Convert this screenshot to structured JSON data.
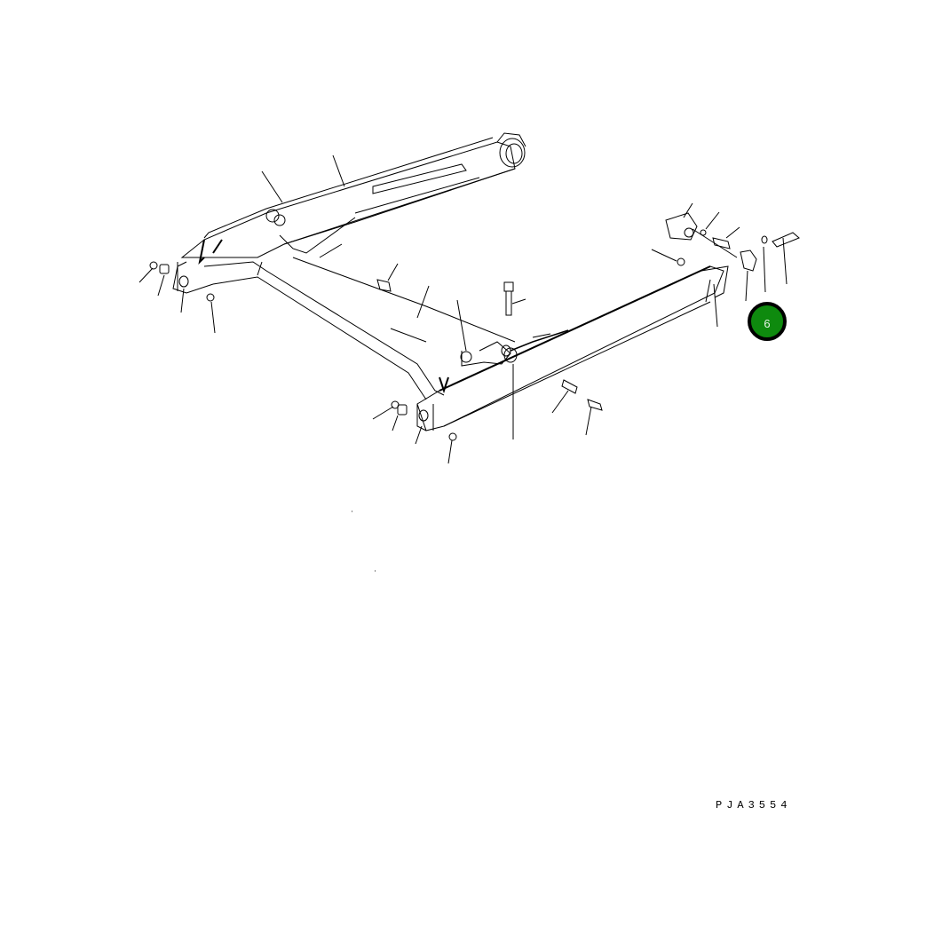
{
  "diagram": {
    "type": "exploded parts diagram",
    "subject": "Track frame / undercarriage frame assembly",
    "drawing_code": "PJA3554",
    "callouts": [
      {
        "label": "6",
        "color": "#0e8a0e",
        "border_color": "#000000",
        "text_color": "#e8f5e8"
      }
    ],
    "line_color": "#000000",
    "background": "#ffffff"
  }
}
